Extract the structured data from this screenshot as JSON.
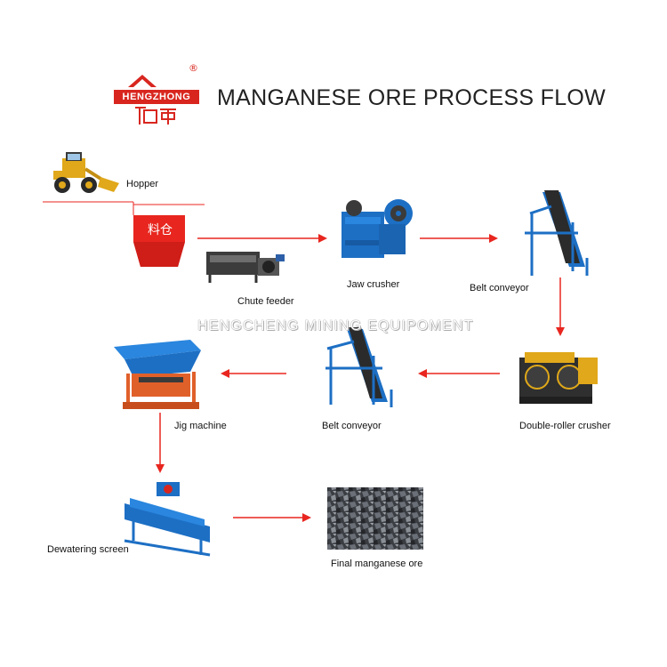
{
  "title": "MANGANESE ORE PROCESS FLOW",
  "logo": {
    "brand_text": "HENGZHONG",
    "cn_text": "恒中",
    "registered": "®"
  },
  "hopper_sign": "料仓",
  "watermark": "HENGCHENG MINING EQUIPOMENT",
  "steps": {
    "hopper": "Hopper",
    "chute_feeder": "Chute feeder",
    "jaw_crusher": "Jaw crusher",
    "belt_conveyor_1": "Belt conveyor",
    "double_roller_crusher": "Double-roller crusher",
    "belt_conveyor_2": "Belt conveyor",
    "jig_machine": "Jig machine",
    "dewatering_screen": "Dewatering screen",
    "final_ore": "Final manganese ore"
  },
  "colors": {
    "arrow": "#e8261f",
    "machine_blue": "#1d6fc4",
    "jig_orange": "#e0602a",
    "loader_yellow": "#e0a81a"
  }
}
